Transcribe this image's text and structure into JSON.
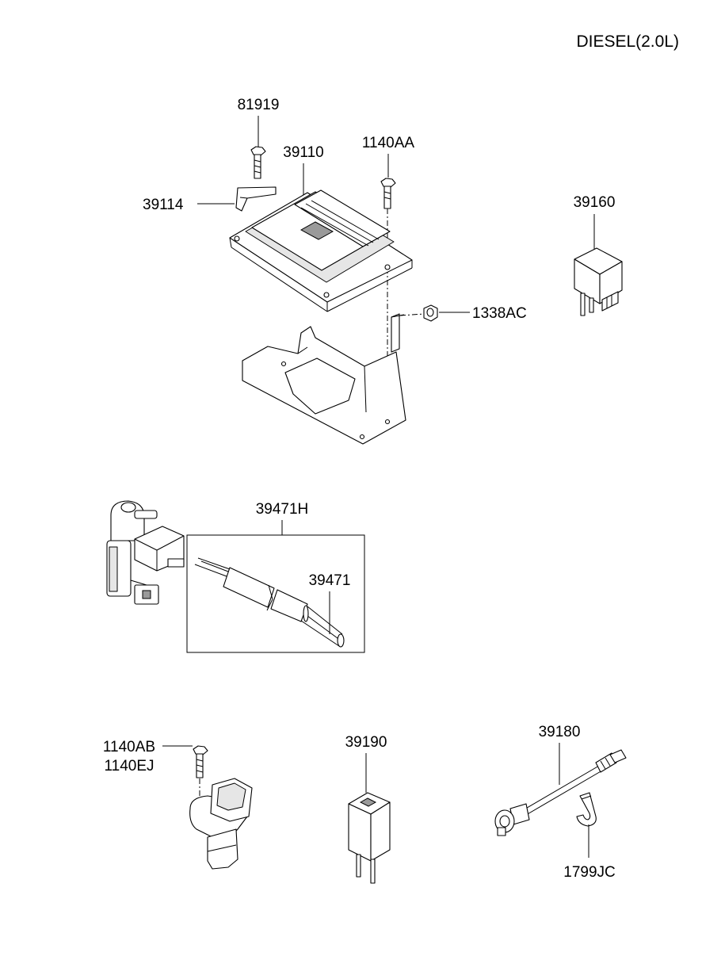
{
  "header": {
    "engine_label": "DIESEL(2.0L)"
  },
  "callouts": {
    "p81919": "81919",
    "p39110": "39110",
    "p1140AA": "1140AA",
    "p39114": "39114",
    "p39160": "39160",
    "p1338AC": "1338AC",
    "p39471H": "39471H",
    "p39471": "39471",
    "p1140AB": "1140AB",
    "p1140EJ": "1140EJ",
    "p39190": "39190",
    "p39180": "39180",
    "p1799JC": "1799JC"
  },
  "icons": {
    "ecu": "ecu-module-icon",
    "bracket": "mounting-bracket-icon",
    "relay": "relay-icon",
    "solenoid": "vacuum-solenoid-valve-icon",
    "hose": "vacuum-hose-icon",
    "sensor": "cam-position-sensor-icon",
    "module": "control-module-icon",
    "harness": "sensor-harness-icon",
    "clip": "wire-clip-icon"
  }
}
